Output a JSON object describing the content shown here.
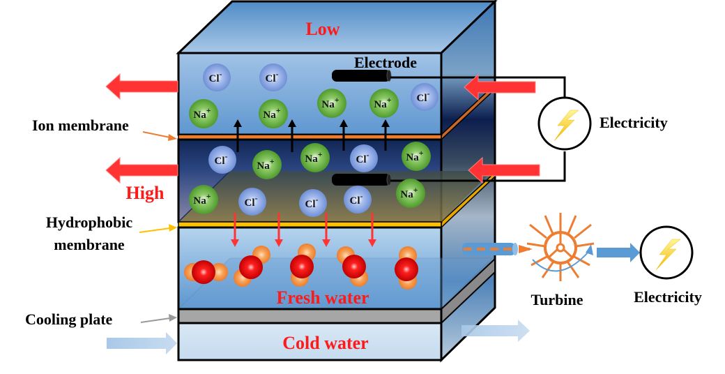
{
  "title": "Ion membrane / hydrophobic membrane desalination and power generation cell",
  "labels": {
    "low": "Low",
    "high": "High",
    "electrode": "Electrode",
    "ion_membrane": "Ion membrane",
    "hydrophobic_membrane_line1": "Hydrophobic",
    "hydrophobic_membrane_line2": "membrane",
    "cooling_plate": "Cooling plate",
    "fresh_water": "Fresh water",
    "cold_water": "Cold water",
    "electricity_top": "Electricity",
    "turbine": "Turbine",
    "electricity_bottom": "Electricity"
  },
  "ions": {
    "top_chamber": [
      "Cl-",
      "Cl-",
      "Na+",
      "Na+",
      "Na+",
      "Na+",
      "Cl-"
    ],
    "middle_chamber": [
      "Cl-",
      "Na+",
      "Na+",
      "Cl-",
      "Na+",
      "Na+",
      "Cl-",
      "Cl-",
      "Cl-",
      "Na+"
    ]
  },
  "ion_text": {
    "cl": "Cl",
    "cl_sup": "-",
    "na": "Na",
    "na_sup": "+"
  },
  "icons": [
    "lightning-bolt-icon",
    "turbine-icon",
    "flow-arrow-icon"
  ],
  "colors": {
    "ion_membrane": "#ed7d31",
    "hydrophobic_membrane": "#ffc000",
    "flow_arrow": "#ff3333",
    "na_ion": "#5aa832",
    "cl_ion": "#8fa9e0",
    "water_oxygen": "#ff0000",
    "water_hydrogen": "#f5a050",
    "turbine": "#ed7d31",
    "pipe": "#5b9bd5",
    "label_accent": "#ff1a1a"
  }
}
